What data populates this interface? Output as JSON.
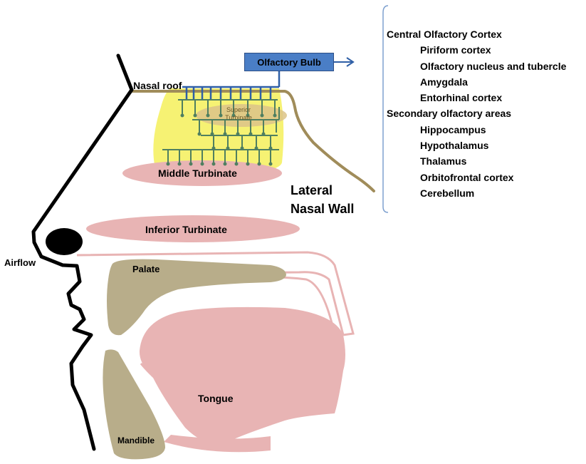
{
  "labels": {
    "nasal_roof": "Nasal roof",
    "olfactory_bulb": "Olfactory Bulb",
    "superior_turbinate": "Superior Turbinate",
    "middle_turbinate": "Middle Turbinate",
    "lateral_nasal_wall_1": "Lateral",
    "lateral_nasal_wall_2": "Nasal Wall",
    "inferior_turbinate": "Inferior Turbinate",
    "airflow": "Airflow",
    "palate": "Palate",
    "tongue": "Tongue",
    "mandible": "Mandible"
  },
  "brain_list": {
    "central_heading": "Central Olfactory Cortex",
    "central_items": [
      "Piriform cortex",
      "Olfactory nucleus and tubercle",
      "Amygdala",
      "Entorhinal cortex"
    ],
    "secondary_heading": "Secondary olfactory areas",
    "secondary_items": [
      "Hippocampus",
      "Hypothalamus",
      "Thalamus",
      "Orbitofrontal cortex",
      "Cerebellum"
    ]
  },
  "colors": {
    "turbinate_pink": "#e8b4b4",
    "tissue_tan": "#b8ad8a",
    "olfactory_yellow": "#f5f05a",
    "nerve_blue": "#2f5fa6",
    "nerve_green": "#4f7f60",
    "bulb_blue": "#4a7ec6",
    "outline_black": "#000000"
  }
}
